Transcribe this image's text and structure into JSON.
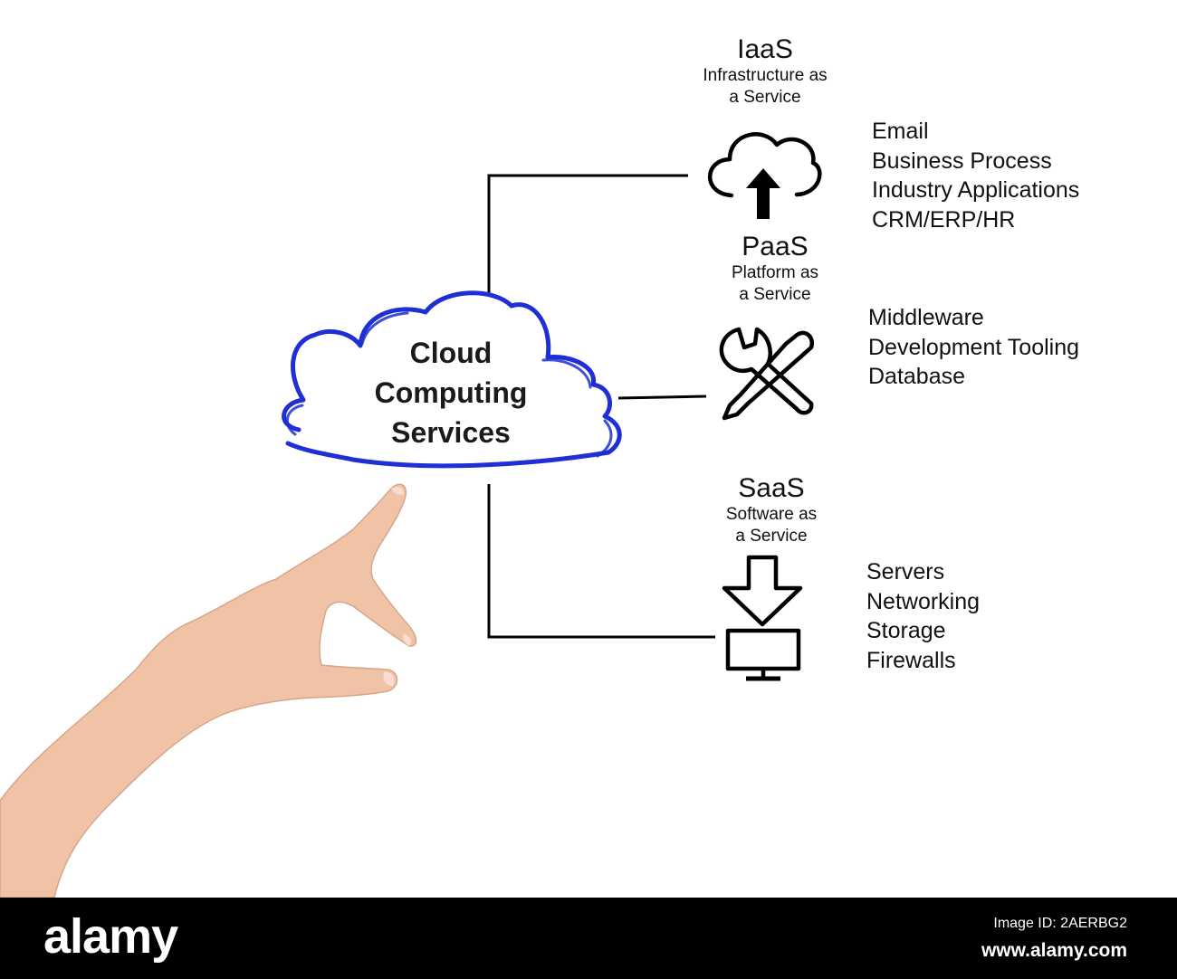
{
  "diagram": {
    "center_label_lines": [
      "Cloud",
      "Computing",
      "Services"
    ],
    "services": [
      {
        "abbr": "IaaS",
        "subtitle_lines": [
          "Infrastructure as",
          "a Service"
        ],
        "icon": "cloud-upload-icon",
        "items": [
          "Email",
          "Business Process",
          "Industry Applications",
          "CRM/ERP/HR"
        ]
      },
      {
        "abbr": "PaaS",
        "subtitle_lines": [
          "Platform as",
          "a Service"
        ],
        "icon": "wrench-screwdriver-icon",
        "items": [
          "Middleware",
          "Development Tooling",
          "Database"
        ]
      },
      {
        "abbr": "SaaS",
        "subtitle_lines": [
          "Software as",
          "a Service"
        ],
        "icon": "download-monitor-icon",
        "items": [
          "Servers",
          "Networking",
          "Storage",
          "Firewalls"
        ]
      }
    ],
    "colors": {
      "cloud_outline": "#1f2fd6",
      "lines": "#000000",
      "skin": "#f1c3a6"
    }
  },
  "footer": {
    "logo": "alamy",
    "image_id": "Image ID: 2AERBG2",
    "site": "www.alamy.com"
  }
}
